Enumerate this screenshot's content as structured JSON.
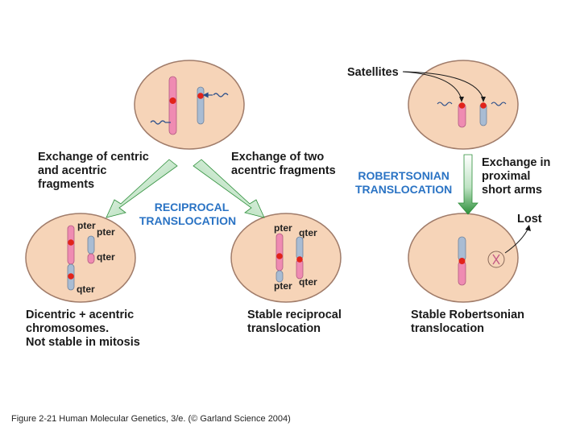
{
  "labels": {
    "satellites": "Satellites",
    "exchange_centric_1": "Exchange of centric",
    "exchange_centric_2": "and acentric",
    "exchange_centric_3": "fragments",
    "exchange_two_1": "Exchange of two",
    "exchange_two_2": "acentric fragments",
    "reciprocal_1": "RECIPROCAL",
    "reciprocal_2": "TRANSLOCATION",
    "robertsonian_1": "ROBERTSONIAN",
    "robertsonian_2": "TRANSLOCATION",
    "exchange_proximal_1": "Exchange in",
    "exchange_proximal_2": "proximal",
    "exchange_proximal_3": "short arms",
    "lost": "Lost",
    "pter": "pter",
    "qter": "qter",
    "result_dicentric_1": "Dicentric + acentric",
    "result_dicentric_2": "chromosomes.",
    "result_dicentric_3": "Not stable in mitosis",
    "result_reciprocal_1": "Stable reciprocal",
    "result_reciprocal_2": "translocation",
    "result_robertsonian_1": "Stable Robertsonian",
    "result_robertsonian_2": "translocation"
  },
  "caption": "Figure 2-21 Human Molecular Genetics, 3/e. (© Garland Science 2004)",
  "colors": {
    "cell_fill": "#f6d4b8",
    "cell_stroke": "#a07c6a",
    "pink_chromosome": "#ef8bb2",
    "blue_chromosome": "#a9bcd3",
    "centromere": "#e2231a",
    "arrow_green": "#2d8f3a",
    "label_blue": "#2a73c4"
  }
}
